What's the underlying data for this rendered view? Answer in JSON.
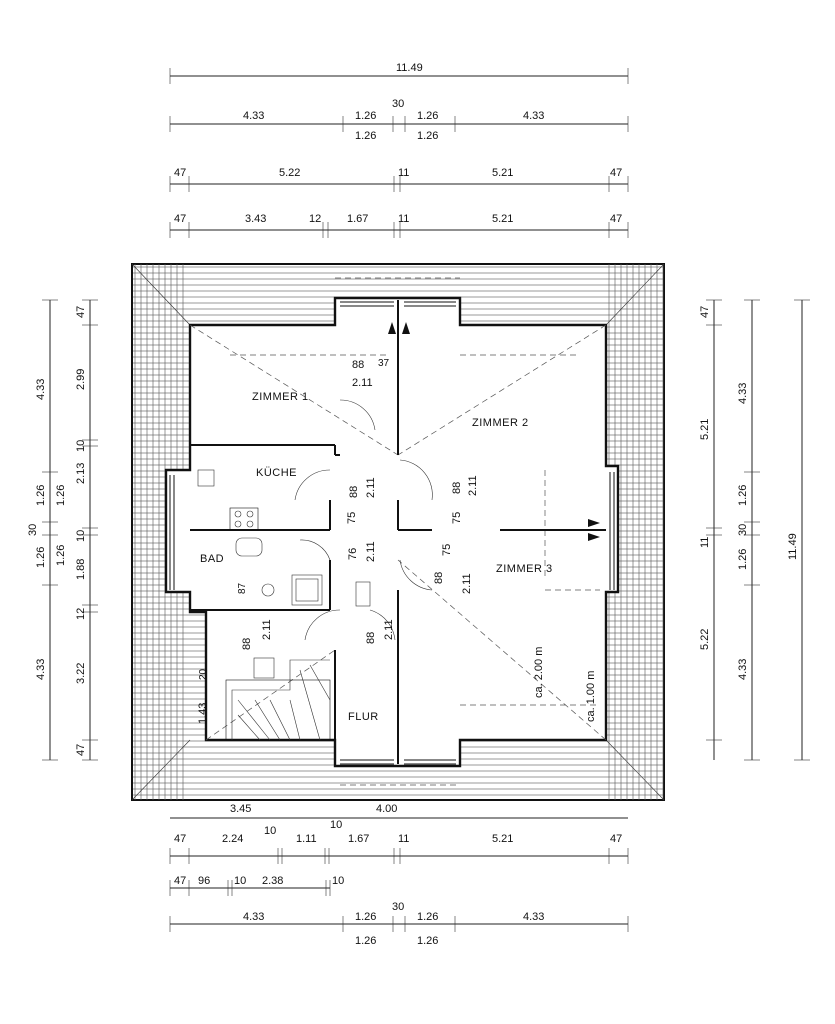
{
  "rooms": {
    "zimmer1": "ZIMMER 1",
    "zimmer2": "ZIMMER 2",
    "zimmer3": "ZIMMER 3",
    "kueche": "KÜCHE",
    "bad": "BAD",
    "flur": "FLUR"
  },
  "top_dims": {
    "row1": [
      "11.49"
    ],
    "row2_top": [
      "4.33",
      "1.26",
      "30",
      "1.26",
      "4.33"
    ],
    "row2_bottom": [
      "1.26",
      "1.26"
    ],
    "row3": [
      "47",
      "5.22",
      "11",
      "5.21",
      "47"
    ],
    "row4": [
      "47",
      "3.43",
      "12",
      "1.67",
      "11",
      "5.21",
      "47"
    ]
  },
  "bottom_dims": {
    "row1": [
      "3.45",
      "4.00"
    ],
    "row2": [
      "47",
      "2.24",
      "10",
      "1.11",
      "10",
      "1.67",
      "11",
      "5.21",
      "47"
    ],
    "row3": [
      "47",
      "96",
      "10",
      "2.38",
      "10"
    ],
    "row4_top": [
      "4.33",
      "1.26",
      "30",
      "1.26",
      "4.33"
    ],
    "row4_bottom": [
      "1.26",
      "1.26"
    ]
  },
  "left_dims": {
    "col1": [
      "4.33",
      "1.26",
      "30",
      "1.26",
      "4.33"
    ],
    "col2": [
      "47",
      "2.99",
      "10",
      "1.26",
      "2.13",
      "10",
      "1.26",
      "1.88",
      "12",
      "3.22",
      "1.43",
      "47"
    ]
  },
  "right_dims": {
    "col1": [
      "47",
      "5.21",
      "11",
      "5.22"
    ],
    "col2": [
      "4.33",
      "1.26",
      "30",
      "1.26",
      "4.33"
    ],
    "col3": [
      "11.49"
    ]
  },
  "interior_dims": {
    "z1_door": [
      "88",
      "2.11"
    ],
    "kueche_door": [
      "88",
      "2.11",
      "75"
    ],
    "z2_door": [
      "88",
      "2.11",
      "75"
    ],
    "bad_door": [
      "76",
      "2.11"
    ],
    "z3_door": [
      "88",
      "2.11",
      "75"
    ],
    "flur_door1": [
      "88",
      "2.11"
    ],
    "flur_door2": [
      "88",
      "2.11"
    ],
    "stair_width": "1.43",
    "small_87": "87",
    "small_37": "37",
    "small_20": "20",
    "height_200": "ca. 2.00 m",
    "height_100": "ca. 1.00 m"
  }
}
